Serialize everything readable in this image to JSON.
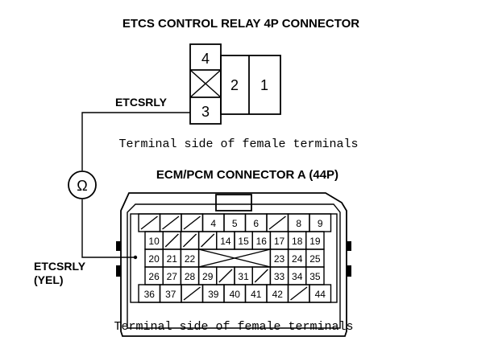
{
  "relay_connector": {
    "title": "ETCS CONTROL RELAY 4P CONNECTOR",
    "pins": {
      "p4": "4",
      "p2": "2",
      "p1": "1",
      "p3": "3"
    },
    "wire_label": "ETCSRLY",
    "caption": "Terminal side of female terminals"
  },
  "ohmmeter": {
    "symbol": "Ω"
  },
  "ecm_connector": {
    "title": "ECM/PCM CONNECTOR A (44P)",
    "wire_label_line1": "ETCSRLY",
    "wire_label_line2": "(YEL)",
    "caption": "Terminal side of female terminals",
    "rows": [
      [
        "x",
        "x",
        "x",
        "4",
        "5",
        "6",
        "x",
        "8",
        "9"
      ],
      [
        "10",
        "x",
        "x",
        "x",
        "14",
        "15",
        "16",
        "17",
        "18",
        "19"
      ],
      [
        "20",
        "21",
        "22",
        "X",
        "23",
        "24",
        "25"
      ],
      [
        "26",
        "27",
        "28",
        "29",
        "x",
        "31",
        "x",
        "33",
        "34",
        "35"
      ],
      [
        "36",
        "37",
        "x",
        "39",
        "40",
        "41",
        "42",
        "x",
        "44"
      ]
    ]
  }
}
